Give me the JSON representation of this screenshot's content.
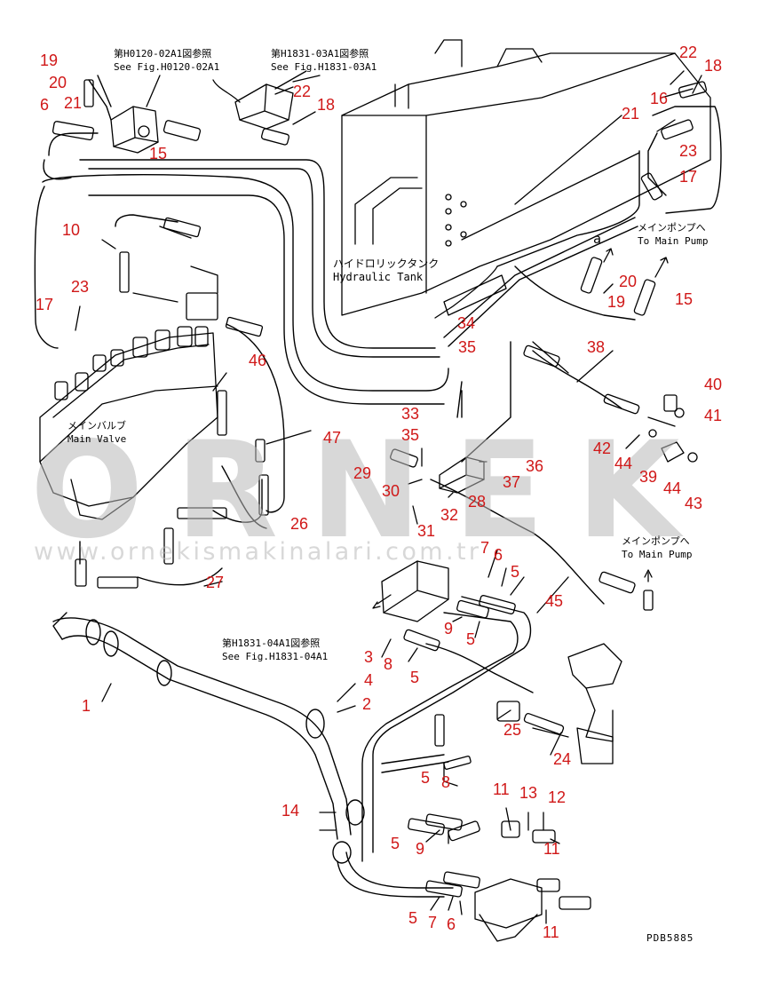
{
  "drawing": {
    "code": "PDB5885",
    "line_color": "#000000",
    "label_color": "#d01818",
    "watermark_color": "#b9b9b9"
  },
  "references": {
    "fig_h0120": [
      "第H0120-02A1図参照",
      "See Fig.H0120-02A1"
    ],
    "fig_h1831_03": [
      "第H1831-03A1図参照",
      "See Fig.H1831-03A1"
    ],
    "fig_h1831_04": [
      "第H1831-04A1図参照",
      "See Fig.H1831-04A1"
    ]
  },
  "labels": {
    "hydraulic_tank": [
      "ハイドロリックタンク",
      "Hydraulic Tank"
    ],
    "main_valve": [
      "メインバルブ",
      "Main Valve"
    ],
    "main_pump_1": [
      "メインポンプへ",
      "To Main Pump"
    ],
    "main_pump_2": [
      "メインポンプへ",
      "To Main Pump"
    ],
    "view_a": "a"
  },
  "watermark": {
    "brand": "ORNEK",
    "url": "www.ornekismakinalari.com.tr"
  },
  "part_numbers": [
    {
      "id": "p19a",
      "text": "19"
    },
    {
      "id": "p20a",
      "text": "20"
    },
    {
      "id": "p6a",
      "text": "6"
    },
    {
      "id": "p21a",
      "text": "21"
    },
    {
      "id": "p15a",
      "text": "15"
    },
    {
      "id": "p22a",
      "text": "22"
    },
    {
      "id": "p18a",
      "text": "18"
    },
    {
      "id": "p22b",
      "text": "22"
    },
    {
      "id": "p18b",
      "text": "18"
    },
    {
      "id": "p16a",
      "text": "16"
    },
    {
      "id": "p21b",
      "text": "21"
    },
    {
      "id": "p23a",
      "text": "23"
    },
    {
      "id": "p17a",
      "text": "17"
    },
    {
      "id": "p10a",
      "text": "10"
    },
    {
      "id": "p23b",
      "text": "23"
    },
    {
      "id": "p17b",
      "text": "17"
    },
    {
      "id": "p20b",
      "text": "20"
    },
    {
      "id": "p19b",
      "text": "19"
    },
    {
      "id": "p15b",
      "text": "15"
    },
    {
      "id": "p34a",
      "text": "34"
    },
    {
      "id": "p35a",
      "text": "35"
    },
    {
      "id": "p38a",
      "text": "38"
    },
    {
      "id": "p46a",
      "text": "46"
    },
    {
      "id": "p40a",
      "text": "40"
    },
    {
      "id": "p41a",
      "text": "41"
    },
    {
      "id": "p33a",
      "text": "33"
    },
    {
      "id": "p35b",
      "text": "35"
    },
    {
      "id": "p47a",
      "text": "47"
    },
    {
      "id": "p42a",
      "text": "42"
    },
    {
      "id": "p44a",
      "text": "44"
    },
    {
      "id": "p36a",
      "text": "36"
    },
    {
      "id": "p29a",
      "text": "29"
    },
    {
      "id": "p30a",
      "text": "30"
    },
    {
      "id": "p37a",
      "text": "37"
    },
    {
      "id": "p39a",
      "text": "39"
    },
    {
      "id": "p44b",
      "text": "44"
    },
    {
      "id": "p28a",
      "text": "28"
    },
    {
      "id": "p43a",
      "text": "43"
    },
    {
      "id": "p32a",
      "text": "32"
    },
    {
      "id": "p26a",
      "text": "26"
    },
    {
      "id": "p31a",
      "text": "31"
    },
    {
      "id": "p7a",
      "text": "7"
    },
    {
      "id": "p6b",
      "text": "6"
    },
    {
      "id": "p5a",
      "text": "5"
    },
    {
      "id": "p27a",
      "text": "27"
    },
    {
      "id": "p45a",
      "text": "45"
    },
    {
      "id": "p9a",
      "text": "9"
    },
    {
      "id": "p5b",
      "text": "5"
    },
    {
      "id": "p3a",
      "text": "3"
    },
    {
      "id": "p8a",
      "text": "8"
    },
    {
      "id": "p5c",
      "text": "5"
    },
    {
      "id": "p4a",
      "text": "4"
    },
    {
      "id": "p1a",
      "text": "1"
    },
    {
      "id": "p2a",
      "text": "2"
    },
    {
      "id": "p25a",
      "text": "25"
    },
    {
      "id": "p24a",
      "text": "24"
    },
    {
      "id": "p5d",
      "text": "5"
    },
    {
      "id": "p8b",
      "text": "8"
    },
    {
      "id": "p11a",
      "text": "11"
    },
    {
      "id": "p13a",
      "text": "13"
    },
    {
      "id": "p12a",
      "text": "12"
    },
    {
      "id": "p14a",
      "text": "14"
    },
    {
      "id": "p5e",
      "text": "5"
    },
    {
      "id": "p9b",
      "text": "9"
    },
    {
      "id": "p11b",
      "text": "11"
    },
    {
      "id": "p5f",
      "text": "5"
    },
    {
      "id": "p7b",
      "text": "7"
    },
    {
      "id": "p6c",
      "text": "6"
    },
    {
      "id": "p11c",
      "text": "11"
    }
  ]
}
